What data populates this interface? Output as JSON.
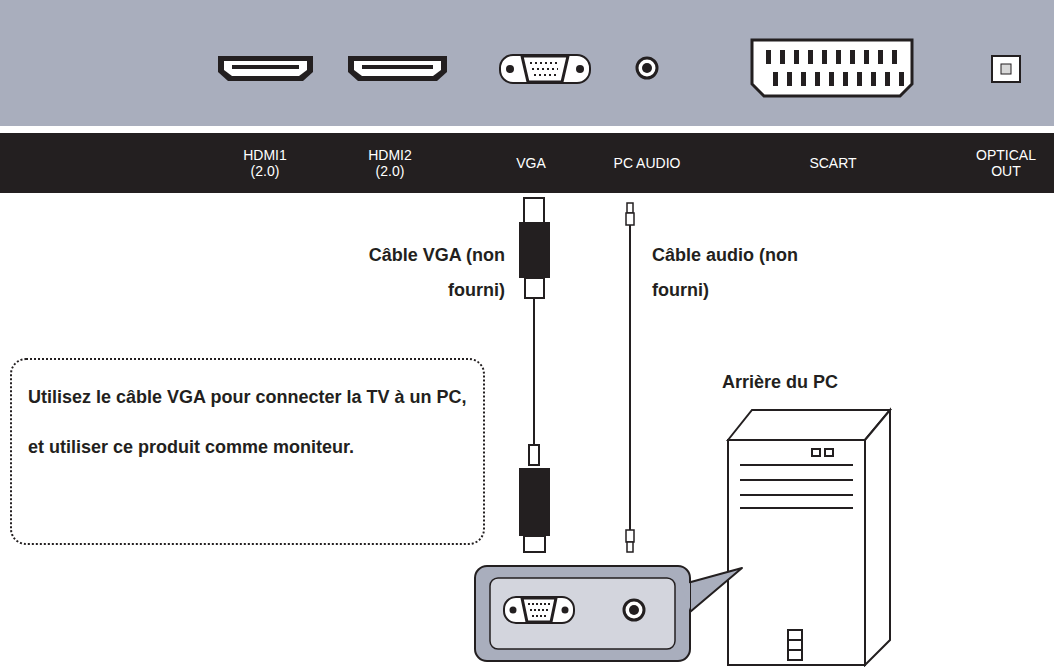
{
  "diagram": {
    "nodes": [
      {
        "text": [
          "HDMI1 (2.0)",
          "HDMI2 (2.0)",
          "VGA",
          "PC AUDIO",
          "SCART",
          "OPTICAL OUT"
        ]
      },
      {
        "text": [
          "Utilisez le câble VGA pour connecter la TV à un PC, et utiliser ce produit comme moniteur."
        ]
      }
    ],
    "labels": [
      "Câble VGA (non fourni)",
      "Câble audio (non fourni)",
      "Arrière du PC"
    ]
  }
}
